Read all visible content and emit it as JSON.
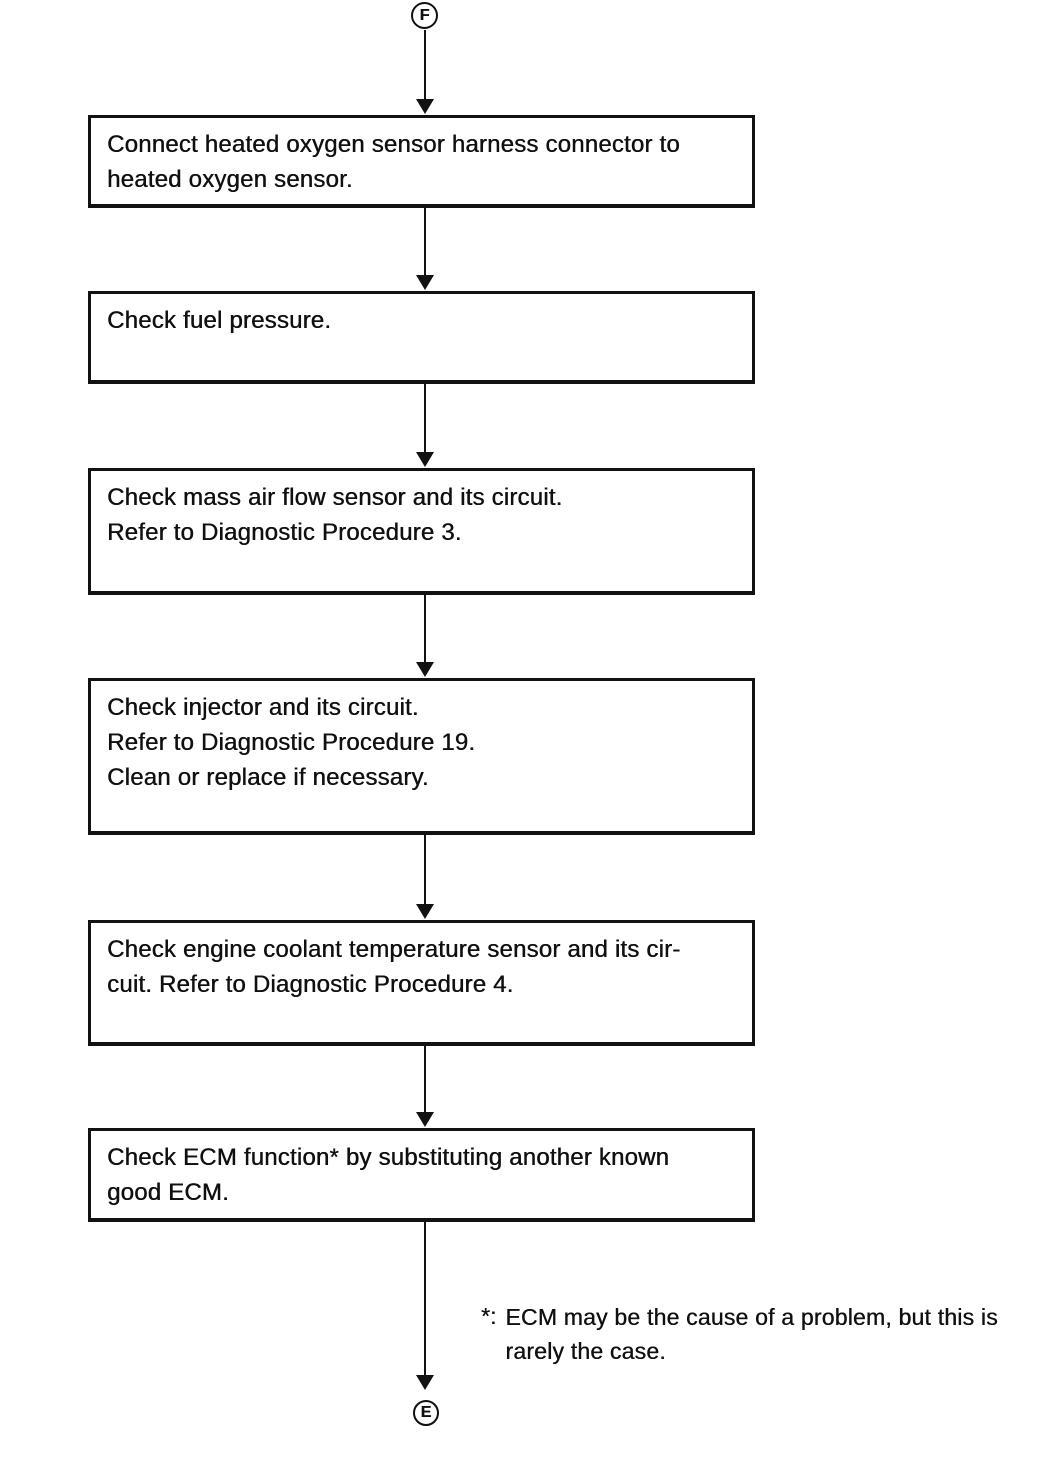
{
  "page": {
    "background_color": "#ffffff",
    "ink_color": "#101010"
  },
  "flowchart": {
    "start_connector": {
      "label": "F"
    },
    "end_connector": {
      "label": "E"
    },
    "steps": [
      {
        "lines": [
          "Connect heated oxygen sensor harness connector to",
          "heated oxygen sensor."
        ]
      },
      {
        "lines": [
          "Check fuel pressure."
        ]
      },
      {
        "lines": [
          "Check mass air flow sensor and its circuit.",
          "Refer to Diagnostic Procedure 3."
        ]
      },
      {
        "lines": [
          "Check injector and its circuit.",
          "Refer to Diagnostic Procedure 19.",
          "Clean or replace if necessary."
        ]
      },
      {
        "lines": [
          "Check engine coolant temperature sensor and its cir-",
          "cuit. Refer to Diagnostic Procedure 4."
        ]
      },
      {
        "lines": [
          "Check ECM function* by substituting another known",
          "good ECM."
        ]
      }
    ],
    "footnote": {
      "marker": "*:",
      "lines": [
        "ECM may be the cause of a problem, but this is",
        "rarely the case."
      ]
    }
  }
}
